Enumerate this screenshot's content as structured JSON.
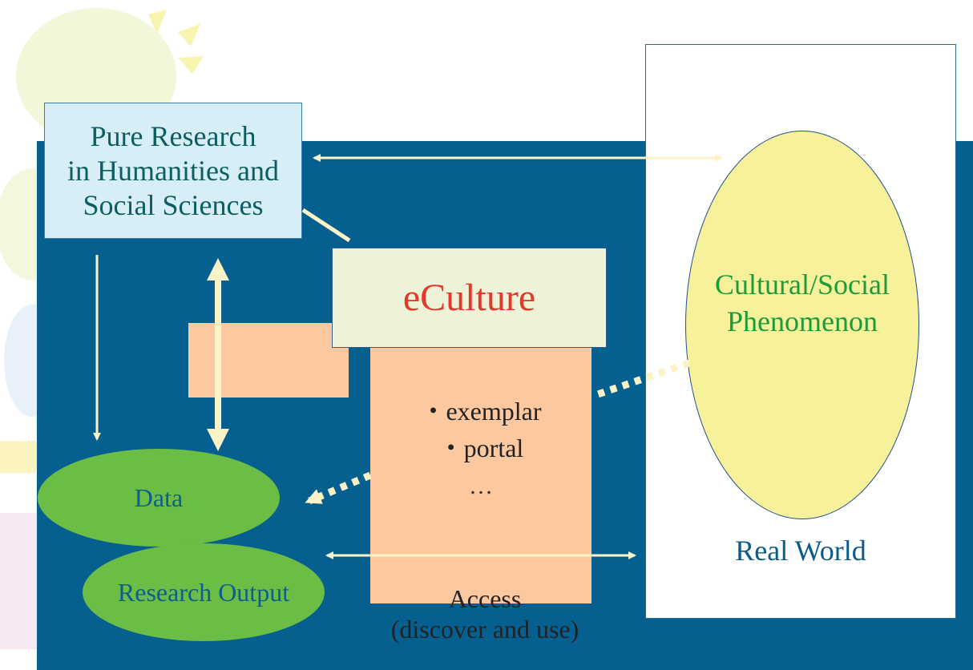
{
  "diagram": {
    "pure_research": {
      "line1": "Pure Research",
      "line2": "in Humanities and",
      "line3": "Social Sciences"
    },
    "eculture": "eCulture",
    "bullets": [
      "・exemplar",
      "・portal"
    ],
    "ellipsis": "…",
    "data": "Data",
    "research_output": "Research Output",
    "phenomenon": {
      "line1": "Cultural/Social",
      "line2": "Phenomenon"
    },
    "real_world": "Real World",
    "access": {
      "line1": "Access",
      "line2": "(discover and use)"
    }
  },
  "colors": {
    "panel_blue": "#06608f",
    "arrow": "#fbf3c8",
    "eculture_text": "#e23a2a",
    "phenomenon_fill": "#f6f19a",
    "ellipse_green": "#6cbd45",
    "peach": "#fcc8a0"
  }
}
